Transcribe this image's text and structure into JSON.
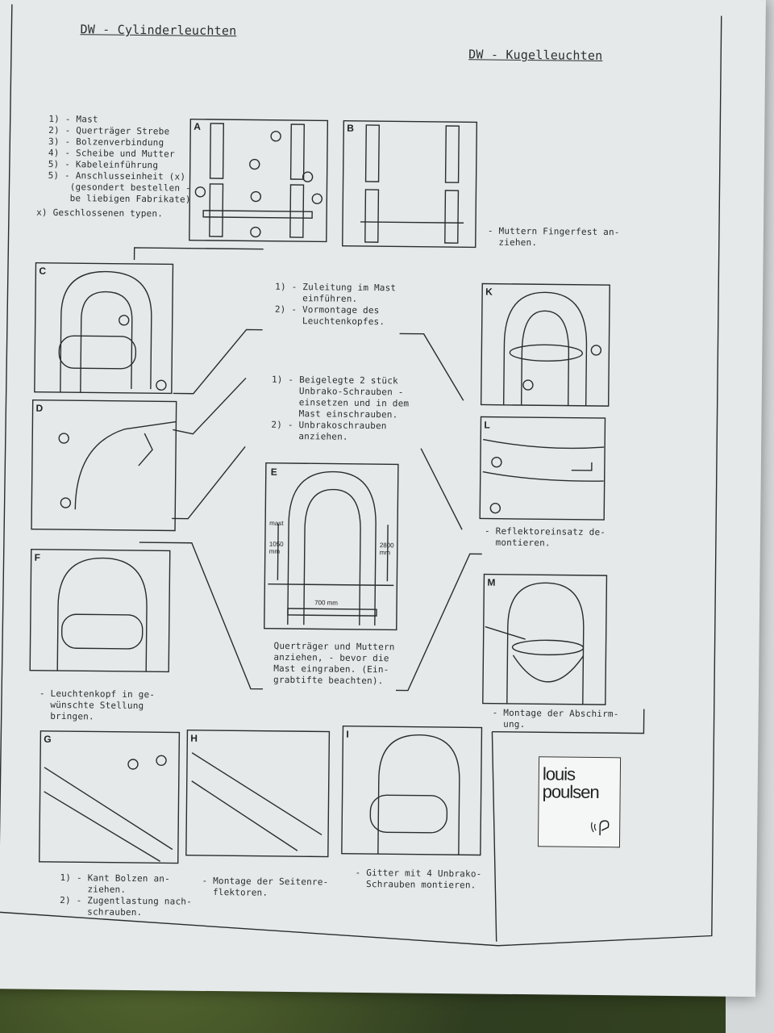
{
  "headings": {
    "left": "DW - Cylinderleuchten",
    "right": "DW - Kugelleuchten"
  },
  "legend": [
    "1) - Mast",
    "2) - Querträger Strebe",
    "3) - Bolzenverbindung",
    "4) - Scheibe und Mutter",
    "5) - Kabeleinführung",
    "5) - Anschlusseinheit (x)",
    "    (gesondert bestellen -",
    "    be liebigen Fabrikate)",
    "x) Geschlossenen typen."
  ],
  "panel_labels": [
    "A",
    "B",
    "C",
    "D",
    "E",
    "F",
    "G",
    "H",
    "I",
    "K",
    "L",
    "M"
  ],
  "captions": {
    "B": "- Muttern Fingerfest an-\n  ziehen.",
    "center_top": "1) - Zuleitung im Mast\n     einführen.\n2) - Vormontage des\n     Leuchtenkopfes.",
    "center_mid": "1) - Beigelegte 2 stück\n     Unbrako-Schrauben -\n     einsetzen und in dem\n     Mast einschrauben.\n2) - Unbrakoschrauben\n     anziehen.",
    "E": "Querträger und Muttern\nanziehen, - bevor die\nMast eingraben. (Ein-\ngrabtifte beachten).",
    "F": "- Leuchtenkopf in ge-\n  wünschte Stellung\n  bringen.",
    "G": "1) - Kant Bolzen an-\n     ziehen.\n2) - Zugentlastung nach-\n     schrauben.",
    "H": "- Montage der Seitenre-\n  flektoren.",
    "I": "- Gitter mit 4 Unbrako-\n  Schrauben montieren.",
    "L": "- Reflektoreinsatz de-\n  montieren.",
    "M": "- Montage der Abschirm-\n  ung."
  },
  "dimensions": {
    "mast": "mast",
    "left_height": "1050\nmm",
    "right_height": "2800\nmm",
    "width": "700 mm"
  },
  "logo": {
    "line1": "louis",
    "line2": "poulsen"
  }
}
